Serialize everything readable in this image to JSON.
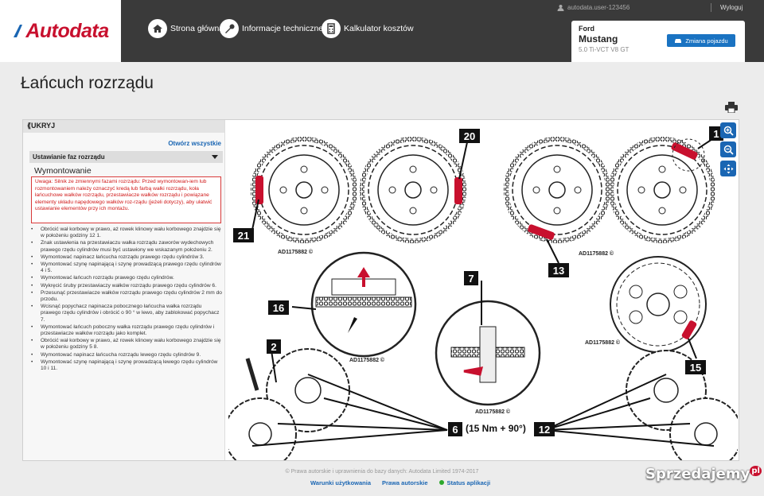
{
  "brand": {
    "logo_text": "Autodata"
  },
  "nav": {
    "home": "Strona główna",
    "tech_info": "Informacje techniczne",
    "cost_calc": "Kalkulator kosztów"
  },
  "user": {
    "name": "autodata.user-123456",
    "logout": "Wyloguj"
  },
  "vehicle": {
    "make": "Ford",
    "model": "Mustang",
    "engine": "5.0 Ti-VCT V8 GT",
    "change_label": "Zmiana pojazdu"
  },
  "page": {
    "title": "Łańcuch rozrządu"
  },
  "sidebar": {
    "hide_label": "UKRYJ",
    "open_all": "Otwórz wszystkie",
    "section": "Ustawianie faz rozrządu",
    "subsection": "Wymontowanie",
    "warning": "Uwaga: Silnik ze zmiennymi fazami rozrządu: Przed wymontowan-iem lub rozmontowaniem należy oznaczyć kredą lub farbą wałki rozrządu, koła łańcuchowe wałków rozrządu, przestawiacze wałków rozrządu i powiązane elementy układu napędowego wałków roz-rządu (jeżeli dotyczy), aby ułatwić ustawianie elementów przy ich montażu.",
    "steps": [
      "Obrócić wał korbowy w prawo, aż rowek klinowy wału korbowego znajdzie się w położeniu godziny 12 1.",
      "Znak ustawienia na przestawiaczu wałka rozrządu zaworów wydechowych prawego rzędu cylindrów musi być ustawiony we wskazanym położeniu 2.",
      "Wymontować napinacz łańcucha rozrządu prawego rzędu cylindrów 3.",
      "Wymontować szynę napinającą i szynę prowadzącą prawego rzędu cylindrów 4 i 5.",
      "Wymontować łańcuch rozrządu prawego rzędu cylindrów.",
      "Wykręcić śruby przestawiaczy wałków rozrządu prawego rzędu cylindrów 6.",
      "Przesunąć przestawiacze wałków rozrządu prawego rzędu cylindrów 2 mm do przodu.",
      "Wcisnąć popychacz napinacza pobocznego łańcucha wałka rozrządu prawego rzędu cylindrów i obrócić o 90 ° w lewo, aby zablokować popychacz 7.",
      "Wymontować łańcuch poboczny wałka rozrządu prawego rzędu cylindrów i przestawiacze wałków rozrządu jako komplet.",
      "Obrócić wał korbowy w prawo, aż rowek klinowy wału korbowego znajdzie się w położeniu godziny 5 8.",
      "Wymontować napinacz łańcucha rozrządu lewego rzędu cylindrów 9.",
      "Wymontować szynę napinającą i szynę prowadzącą lewego rzędu cylindrów 10 i 11."
    ]
  },
  "diagram": {
    "callouts": {
      "c1": "1",
      "c2": "2",
      "c6": "6",
      "c7": "7",
      "c12": "12",
      "c13": "13",
      "c15": "15",
      "c16": "16",
      "c20": "20",
      "c21": "21"
    },
    "refs": {
      "r1": "AD1175882 ©",
      "r2": "AD1175882 ©",
      "r3": "AD1175882 ©",
      "r4": "AD1175882 ©",
      "r5": "AD1175882 ©"
    },
    "torque": "(15 Nm + 90°)"
  },
  "footer": {
    "copyright": "© Prawa autorskie i uprawnienia do bazy danych: Autodata Limited 1974-2017",
    "terms": "Warunki użytkowania",
    "copyright_link": "Prawa autorskie",
    "status": "Status aplikacji"
  },
  "watermark": {
    "text": "Sprzedajemy",
    "tld": "pl"
  },
  "colors": {
    "topbar": "#3a3a3a",
    "accent": "#1a66b3",
    "brand_red": "#c8102e",
    "warning_red": "#d01818"
  }
}
